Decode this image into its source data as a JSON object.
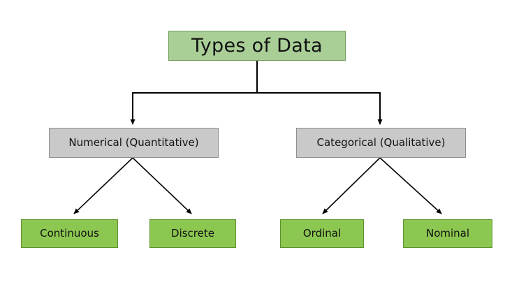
{
  "diagram": {
    "title": "Types of Data",
    "type": "hierarchy-tree",
    "background_color": "#ffffff",
    "colors": {
      "root_fill": "#a9cf97",
      "root_border": "#6f9a5e",
      "branch_fill": "#c9c9c9",
      "branch_border": "#8e8e8e",
      "leaf_fill": "#8cc751",
      "leaf_border": "#5f9130",
      "connector": "#000000",
      "text": "#111111"
    },
    "root": {
      "label": "Types of Data"
    },
    "branches": [
      {
        "label": "Numerical (Quantitative)",
        "children": [
          {
            "label": "Continuous"
          },
          {
            "label": "Discrete"
          }
        ]
      },
      {
        "label": "Categorical (Qualitative)",
        "children": [
          {
            "label": "Ordinal"
          },
          {
            "label": "Nominal"
          }
        ]
      }
    ]
  }
}
